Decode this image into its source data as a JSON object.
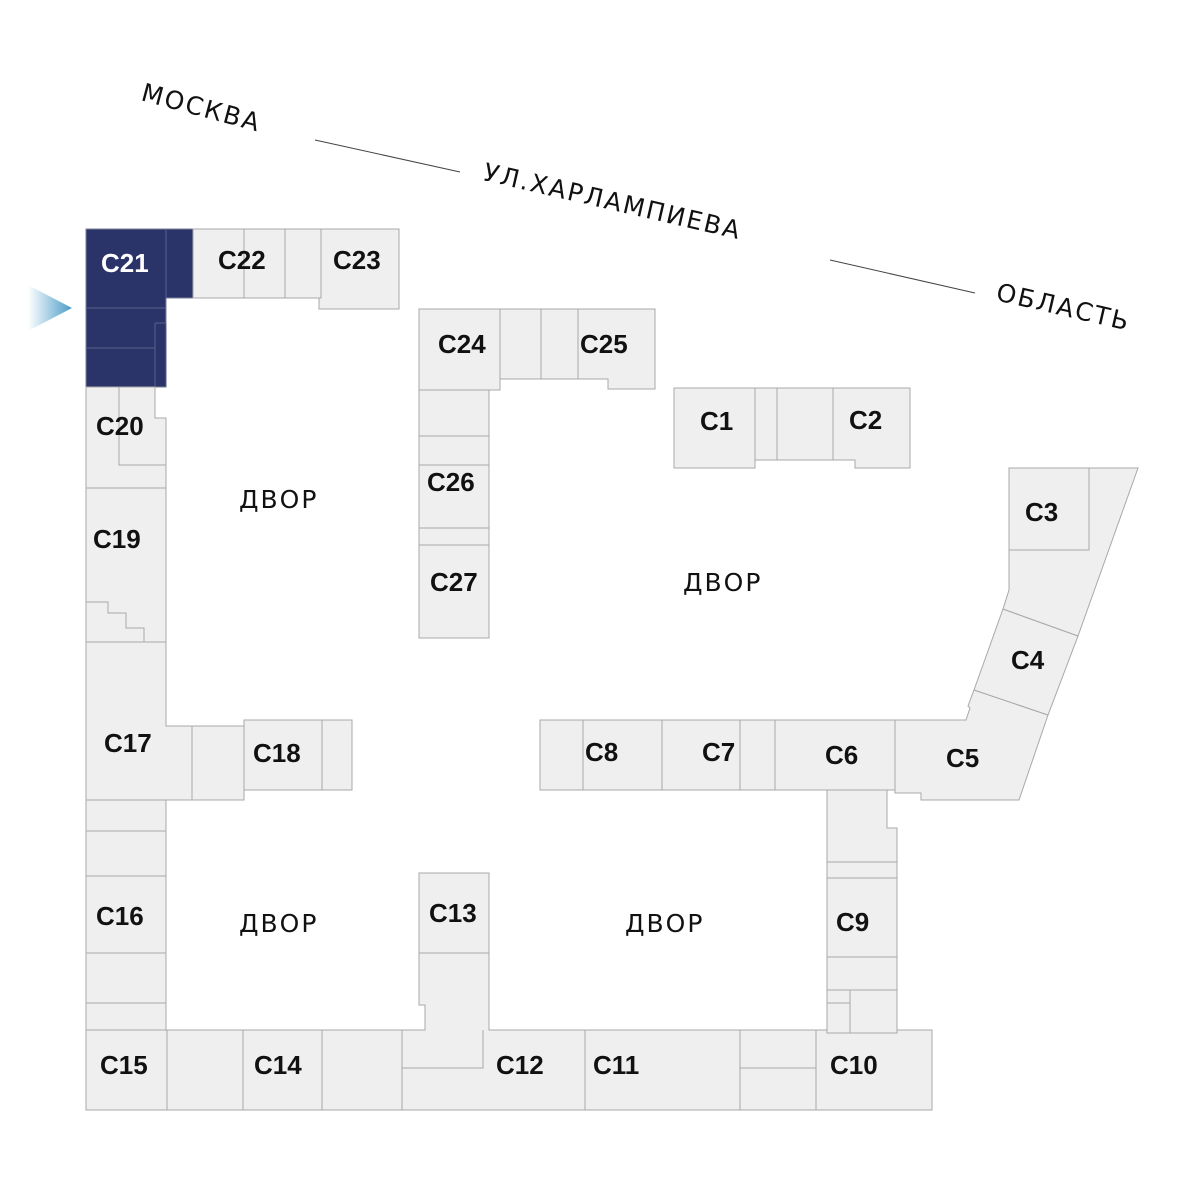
{
  "streets": [
    "МОСКВА",
    "УЛ.ХАРЛАМПИЕВА",
    "ОБЛАСТЬ"
  ],
  "yards": [
    "ДВОР",
    "ДВОР",
    "ДВОР",
    "ДВОР"
  ],
  "selected_unit": "C21",
  "colors": {
    "selected": "#2a3468",
    "unit": "#efefef",
    "marker": "#4a9cc8"
  },
  "units": {
    "c1": "C1",
    "c2": "C2",
    "c3": "C3",
    "c4": "C4",
    "c5": "C5",
    "c6": "C6",
    "c7": "C7",
    "c8": "C8",
    "c9": "C9",
    "c10": "C10",
    "c11": "C11",
    "c12": "C12",
    "c13": "C13",
    "c14": "C14",
    "c15": "C15",
    "c16": "C16",
    "c17": "C17",
    "c18": "C18",
    "c19": "C19",
    "c20": "C20",
    "c21": "C21",
    "c22": "C22",
    "c23": "C23",
    "c24": "C24",
    "c25": "C25",
    "c26": "C26",
    "c27": "C27"
  }
}
